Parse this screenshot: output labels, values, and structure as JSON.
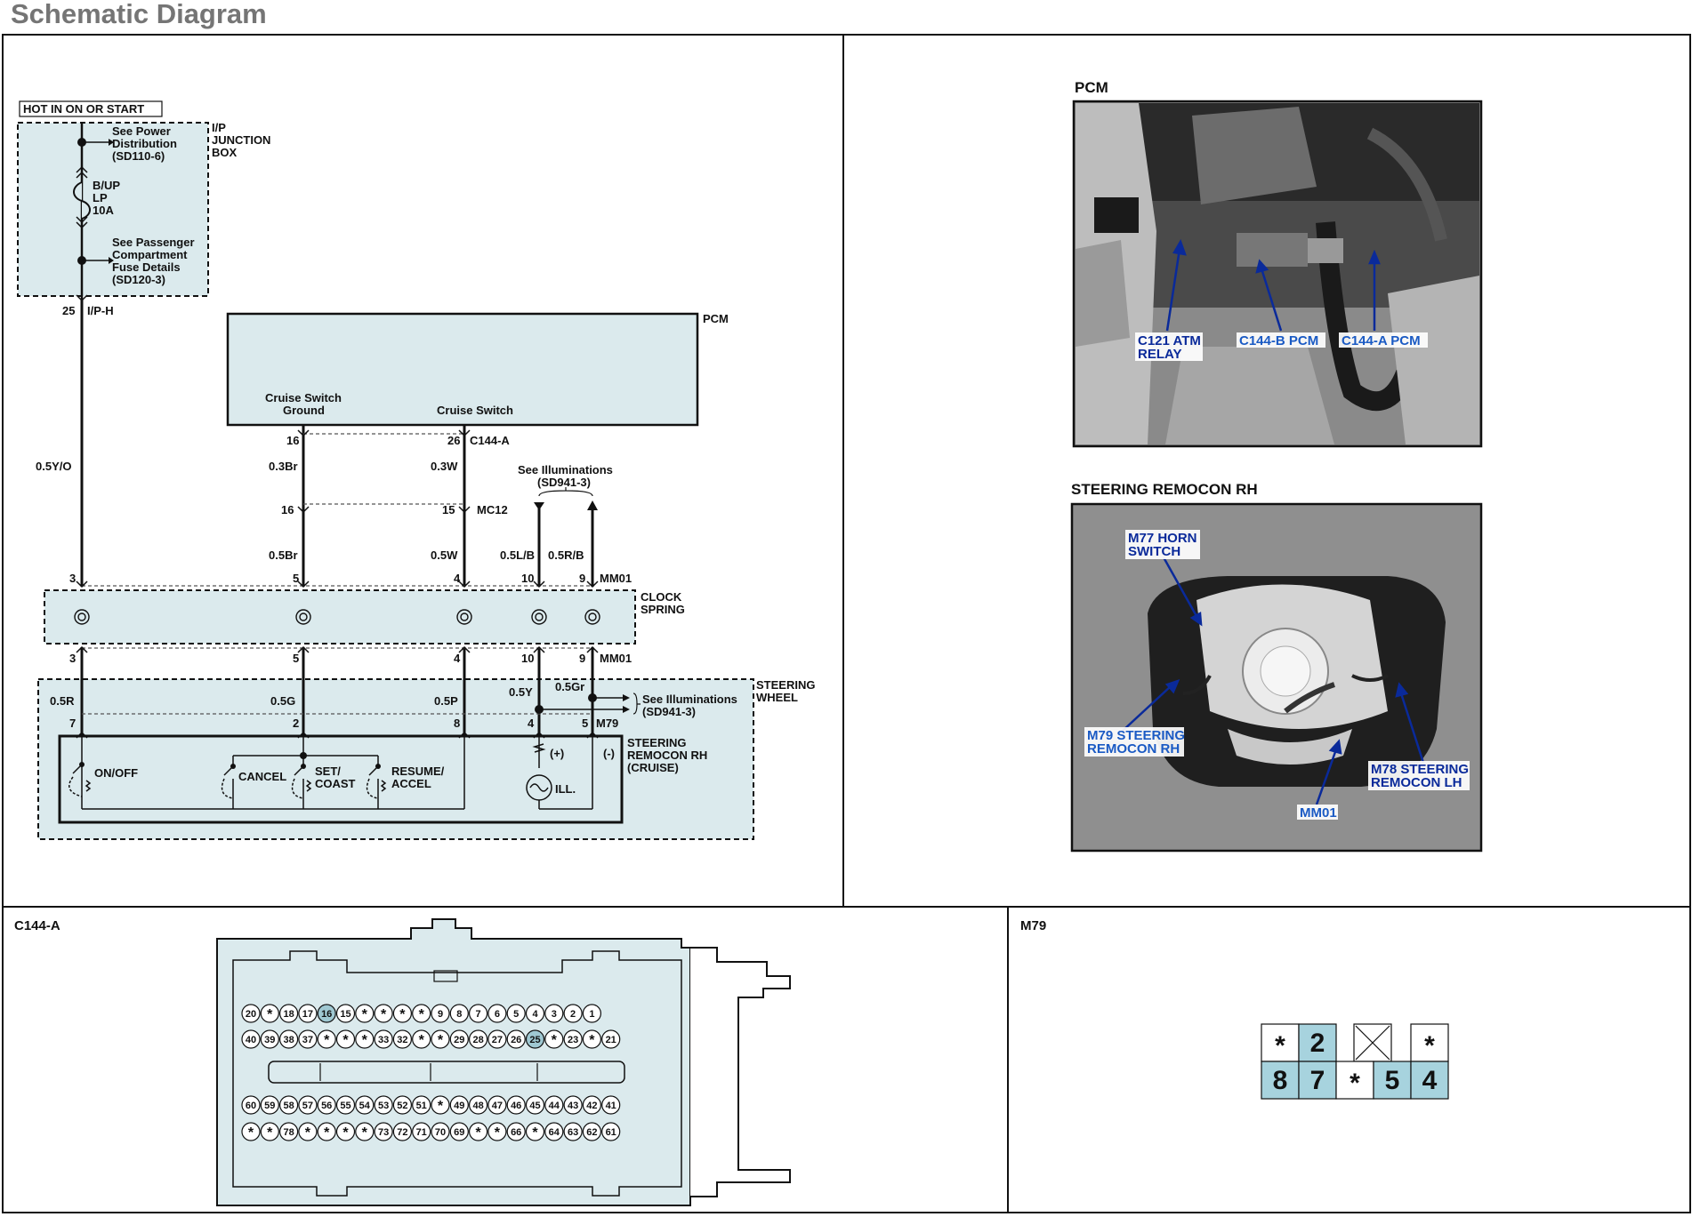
{
  "page_title": "Schematic Diagram",
  "schematic": {
    "hot_label": "HOT IN ON OR START",
    "junction_box": {
      "line1": "I/P",
      "line2": "JUNCTION",
      "line3": "BOX"
    },
    "see_power": [
      "See Power",
      "Distribution",
      "(SD110-6)"
    ],
    "fuse": [
      "B/UP",
      "LP",
      "10A"
    ],
    "see_passenger": [
      "See Passenger",
      "Compartment",
      "Fuse Details",
      "(SD120-3)"
    ],
    "ip_h_pin": "25",
    "ip_h_label": "I/P-H",
    "pcm_label": "PCM",
    "cruise_ground": [
      "Cruise Switch",
      "Ground"
    ],
    "cruise_switch": "Cruise Switch",
    "c144a_pin16": "16",
    "c144a_pin26": "26",
    "c144a_label": "C144-A",
    "wire_05yo": "0.5Y/O",
    "wire_03br": "0.3Br",
    "wire_03w": "0.3W",
    "see_illum_top": [
      "See Illuminations",
      "(SD941-3)"
    ],
    "mc12_pin16": "16",
    "mc12_pin15": "15",
    "mc12_label": "MC12",
    "wire_05br": "0.5Br",
    "wire_05w": "0.5W",
    "wire_05lb": "0.5L/B",
    "wire_05rb": "0.5R/B",
    "mm01_pins_top": [
      "3",
      "5",
      "4",
      "10",
      "9"
    ],
    "mm01_label": "MM01",
    "clock_spring": [
      "CLOCK",
      "SPRING"
    ],
    "mm01_pins_bottom": [
      "3",
      "5",
      "4",
      "10",
      "9"
    ],
    "wire_05r": "0.5R",
    "wire_05g": "0.5G",
    "wire_05p": "0.5P",
    "wire_05y": "0.5Y",
    "wire_05gr": "0.5Gr",
    "see_illum_bottom": [
      "See Illuminations",
      "(SD941-3)"
    ],
    "steering_wheel": [
      "STEERING",
      "WHEEL"
    ],
    "m79_pins": [
      "7",
      "2",
      "8",
      "4",
      "5"
    ],
    "m79_label": "M79",
    "remocon": [
      "STEERING",
      "REMOCON RH",
      "(CRUISE)"
    ],
    "switches": {
      "on_off": "ON/OFF",
      "cancel": "CANCEL",
      "set": [
        "SET/",
        "COAST"
      ],
      "resume": [
        "RESUME/",
        "ACCEL"
      ]
    },
    "plus": "(+)",
    "minus": "(-)",
    "ill": "ILL."
  },
  "photos": {
    "pcm": {
      "title": "PCM",
      "labels": {
        "c121": [
          "C121 ATM",
          "RELAY"
        ],
        "c144b": "C144-B PCM",
        "c144a": "C144-A PCM"
      }
    },
    "steering": {
      "title": "STEERING REMOCON RH",
      "labels": {
        "m77": [
          "M77 HORN",
          "SWITCH"
        ],
        "m79": [
          "M79 STEERING",
          "REMOCON RH"
        ],
        "m78": [
          "M78 STEERING",
          "REMOCON LH"
        ],
        "mm01": "MM01"
      }
    }
  },
  "connectors": {
    "c144a": {
      "title": "C144-A",
      "row1": [
        "20",
        "*",
        "18",
        "17",
        "16",
        "15",
        "*",
        "*",
        "*",
        "*",
        "9",
        "8",
        "7",
        "6",
        "5",
        "4",
        "3",
        "2",
        "1"
      ],
      "row2": [
        "40",
        "39",
        "38",
        "37",
        "*",
        "*",
        "*",
        "33",
        "32",
        "*",
        "*",
        "29",
        "28",
        "27",
        "26",
        "25",
        "*",
        "23",
        "*",
        "21"
      ],
      "row3": [
        "60",
        "59",
        "58",
        "57",
        "56",
        "55",
        "54",
        "53",
        "52",
        "51",
        "*",
        "49",
        "48",
        "47",
        "46",
        "45",
        "44",
        "43",
        "42",
        "41"
      ],
      "row4": [
        "*",
        "*",
        "78",
        "*",
        "*",
        "*",
        "*",
        "73",
        "72",
        "71",
        "70",
        "69",
        "*",
        "*",
        "66",
        "*",
        "64",
        "63",
        "62",
        "61"
      ]
    },
    "m79": {
      "title": "M79",
      "top": [
        "*",
        "2",
        "",
        "*"
      ],
      "bottom": [
        "8",
        "7",
        "*",
        "5",
        "4"
      ]
    }
  }
}
